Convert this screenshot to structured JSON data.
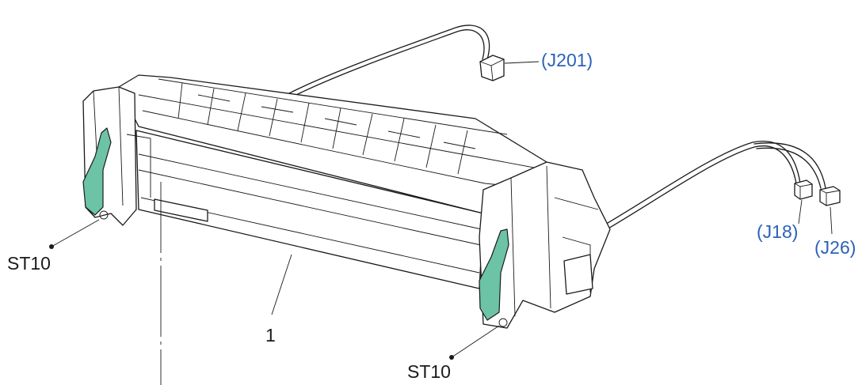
{
  "diagram": {
    "connectors": {
      "j201": "(J201)",
      "j18": "(J18)",
      "j26": "(J26)"
    },
    "callouts": {
      "st10_left": "ST10",
      "st10_right": "ST10",
      "part_1": "1"
    },
    "colors": {
      "connector_label": "#2b62b8",
      "lever": "#6cc3a5",
      "line": "#1a1a1a"
    }
  }
}
